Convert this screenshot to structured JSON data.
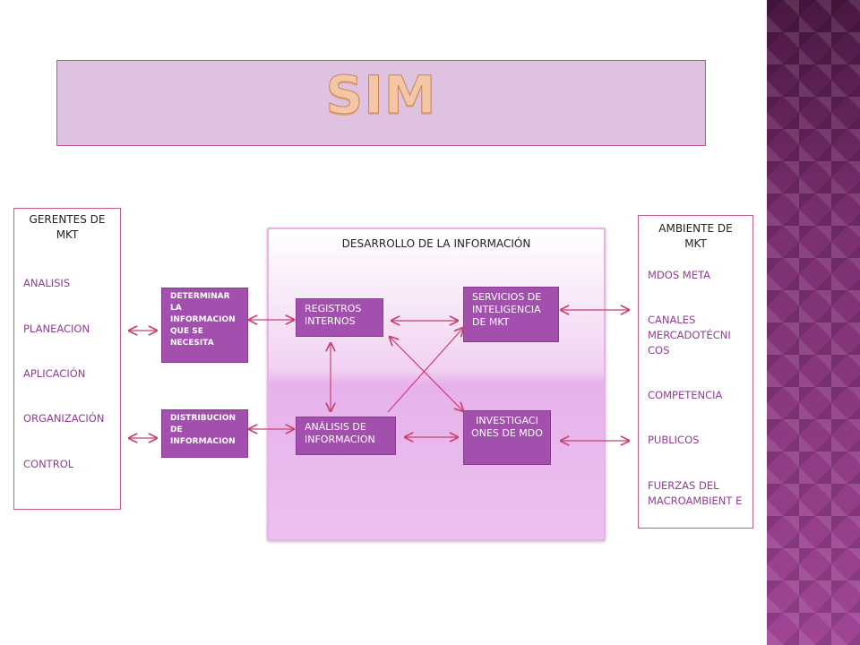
{
  "title": "SIM",
  "gerentes": {
    "heading": "GERENTES DE MKT",
    "items": [
      "ANALISIS",
      "PLANEACION",
      "APLICACIÓN",
      "ORGANIZACIÓN",
      "CONTROL"
    ]
  },
  "ambiente": {
    "heading": "AMBIENTE DE MKT",
    "items": [
      "MDOS META",
      "CANALES MERCADOTÉCNI COS",
      "COMPETENCIA",
      "PUBLICOS",
      "FUERZAS DEL MACROAMBIENT E"
    ]
  },
  "desarrollo": {
    "heading": "DESARROLLO DE LA INFORMACIÓN"
  },
  "nodes": {
    "determinar": "DETERMINAR LA INFORMACION QUE SE NECESITA",
    "distribucion": "DISTRIBUCION DE INFORMACION",
    "registros": "REGISTROS INTERNOS",
    "analisis": "ANÁLISIS DE INFORMACION",
    "servicios": "SERVICIOS DE INTELIGENCIA DE MKT",
    "investigaciones": "INVESTIGACI ONES DE MDO"
  },
  "colors": {
    "accent": "#a24fae",
    "arrow": "#c7436e",
    "title_fill": "#dfc1e0",
    "strip": "#8f3f86"
  }
}
